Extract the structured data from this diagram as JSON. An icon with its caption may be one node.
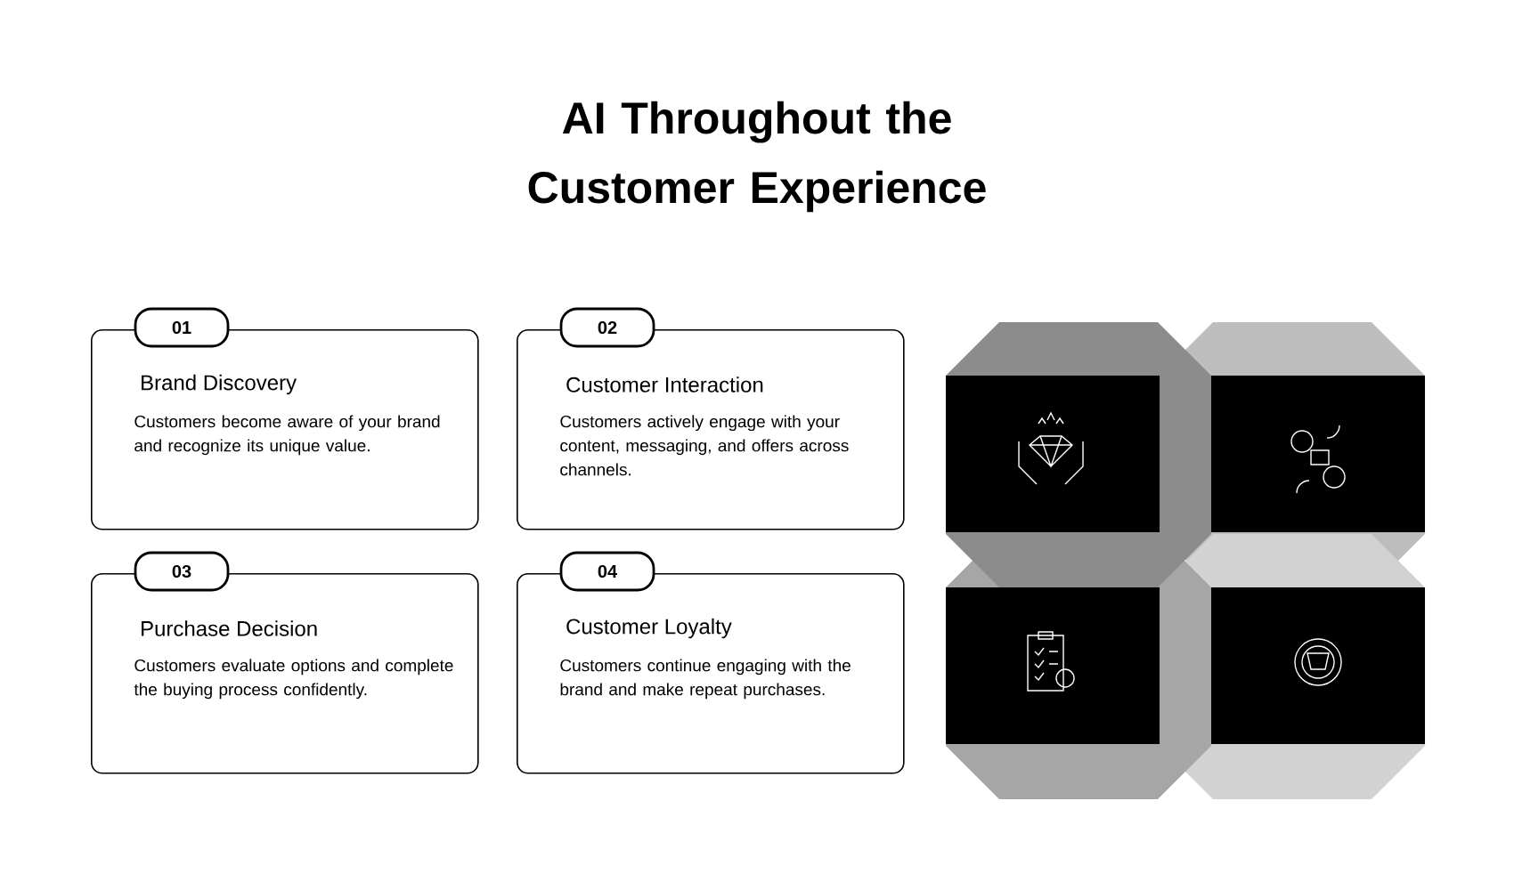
{
  "diagram": {
    "title": "AI Throughout the Customer Experience",
    "nodes": [
      {
        "text": [
          "01"
        ]
      },
      {
        "text": [
          "Brand Discovery",
          "Customers become aware of your brand and recognize its unique value."
        ]
      },
      {
        "text": [
          "02"
        ]
      },
      {
        "text": [
          "Customer Interaction",
          "Customers actively engage with your content, messaging, and offers across channels."
        ]
      },
      {
        "text": [
          "03"
        ]
      },
      {
        "text": [
          "Purchase Decision",
          "Customers evaluate options and complete the buying process confidently."
        ]
      },
      {
        "text": [
          "04"
        ]
      },
      {
        "text": [
          "Customer Loyalty",
          "Customers continue engaging with the brand and make repeat purchases."
        ]
      }
    ]
  }
}
